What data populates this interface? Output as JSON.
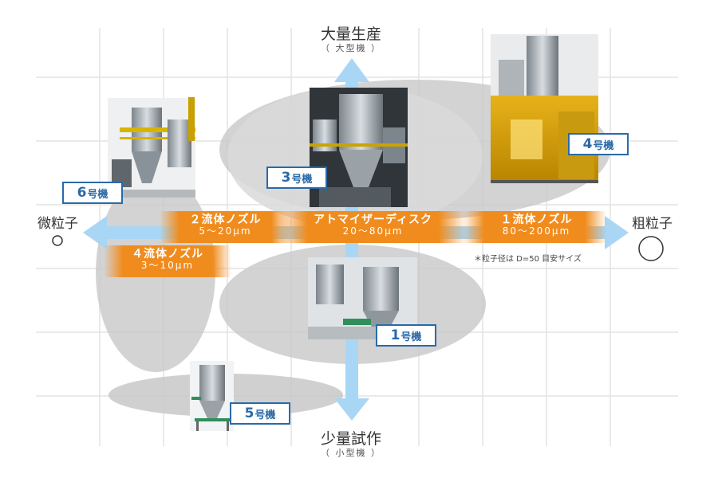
{
  "axes": {
    "top_title": "大量生産",
    "top_sub": "（ 大型機 ）",
    "bottom_title": "少量試作",
    "bottom_sub": "（ 小型機 ）",
    "left_label": "微粒子",
    "right_label": "粗粒子"
  },
  "bands": {
    "two_fluid": {
      "title": "２流体ノズル",
      "range": "5～20μm"
    },
    "atomizer": {
      "title": "アトマイザーディスク",
      "range": "20～80μm"
    },
    "one_fluid": {
      "title": "１流体ノズル",
      "range": "80～200μm"
    },
    "four_fluid": {
      "title": "４流体ノズル",
      "range": "3～10μm"
    }
  },
  "machines": [
    {
      "id": "1",
      "num": "1",
      "suffix": "号機"
    },
    {
      "id": "3",
      "num": "3",
      "suffix": "号機"
    },
    {
      "id": "4",
      "num": "4",
      "suffix": "号機"
    },
    {
      "id": "5",
      "num": "5",
      "suffix": "号機"
    },
    {
      "id": "6",
      "num": "6",
      "suffix": "号機"
    }
  ],
  "note": "＊粒子径は D=50 目安サイズ",
  "colors": {
    "grid": "#e3e3e3",
    "arrow": "#a9d6f5",
    "band_orange": "#f08c1e",
    "ellipse_gray": "#c8c8c8",
    "tag_blue": "#2a6aa8"
  }
}
